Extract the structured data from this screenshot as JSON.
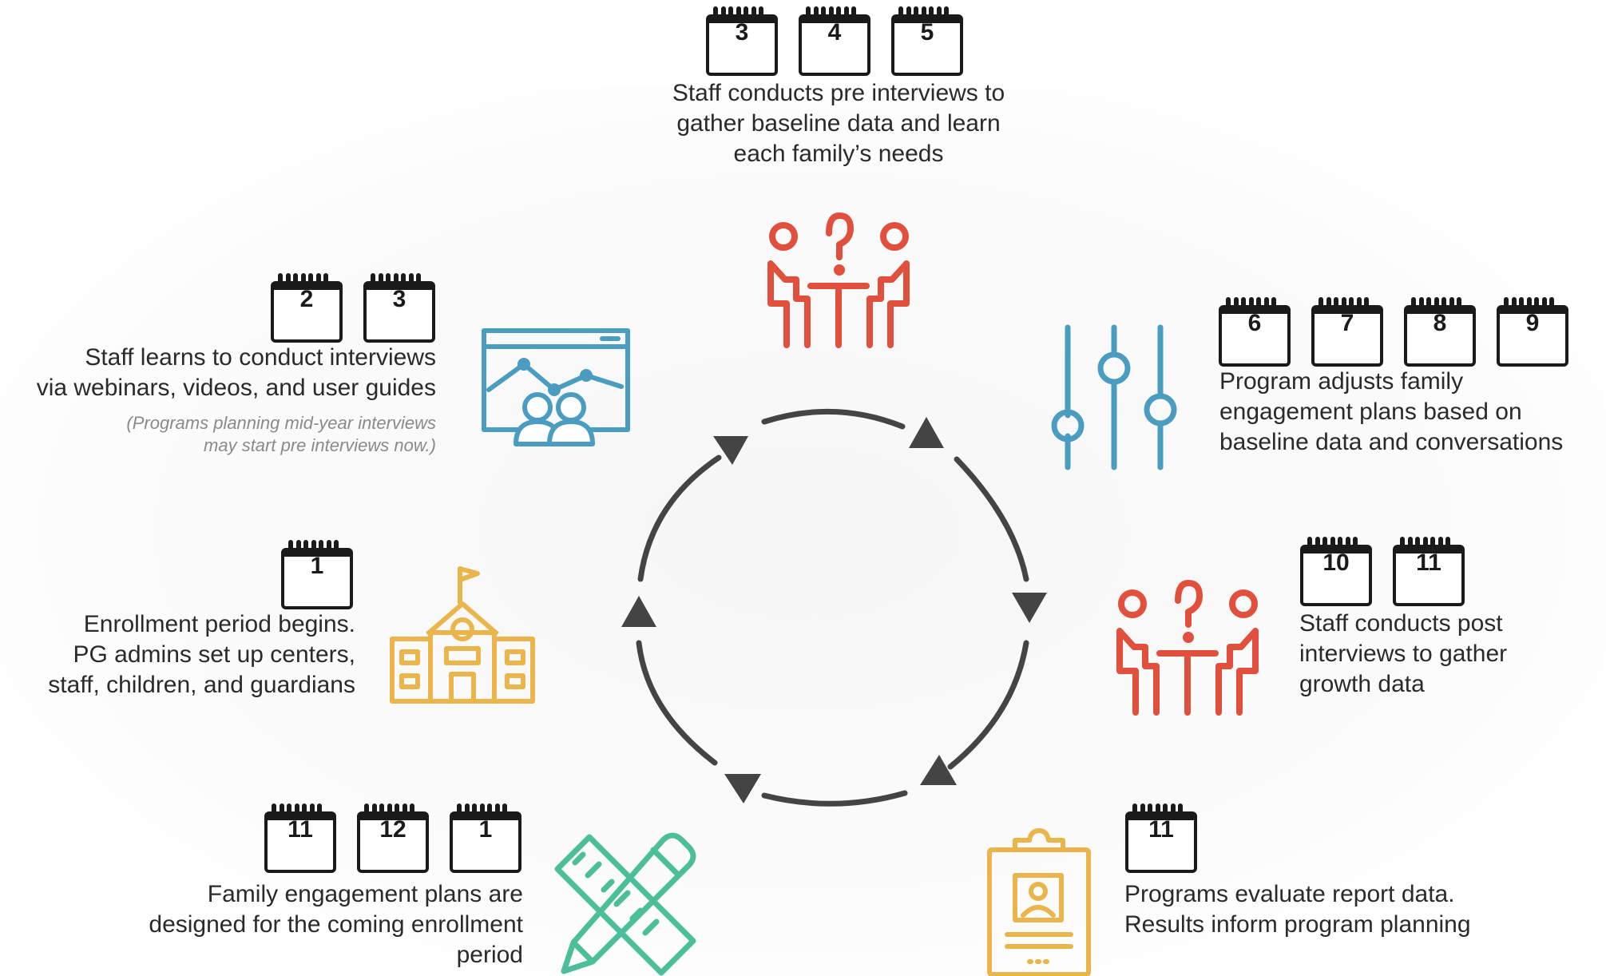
{
  "colors": {
    "red": "#e0503d",
    "blue": "#4a9cc0",
    "gold": "#eab54a",
    "teal": "#4cbf9a",
    "cycle": "#444444",
    "text": "#2a2a2a",
    "note": "#8a8a8a"
  },
  "steps": [
    {
      "id": "pre-interviews",
      "months": [
        "3",
        "4",
        "5"
      ],
      "lines": [
        "Staff conducts pre interviews to",
        "gather baseline data and learn",
        "each family’s needs"
      ],
      "icon": "interview-icon"
    },
    {
      "id": "adjust-plans",
      "months": [
        "6",
        "7",
        "8",
        "9"
      ],
      "lines": [
        "Program adjusts family",
        "engagement plans based on",
        "baseline data and conversations"
      ],
      "icon": "sliders-icon"
    },
    {
      "id": "post-interviews",
      "months": [
        "10",
        "11"
      ],
      "lines": [
        "Staff conducts post",
        "interviews to gather",
        "growth data"
      ],
      "icon": "interview-icon"
    },
    {
      "id": "evaluate",
      "months": [
        "11"
      ],
      "lines": [
        "Programs evaluate report data.",
        "Results inform program planning"
      ],
      "icon": "clipboard-icon"
    },
    {
      "id": "design-plans",
      "months": [
        "11",
        "12",
        "1"
      ],
      "lines": [
        "Family engagement plans are",
        "designed for the coming enrollment",
        "period"
      ],
      "icon": "ruler-pencil-icon"
    },
    {
      "id": "enrollment",
      "months": [
        "1"
      ],
      "lines": [
        "Enrollment period begins.",
        "PG admins set up centers,",
        "staff, children, and guardians"
      ],
      "icon": "school-icon"
    },
    {
      "id": "training",
      "months": [
        "2",
        "3"
      ],
      "lines": [
        "Staff learns to conduct interviews",
        "via webinars, videos, and user guides"
      ],
      "note_lines": [
        "(Programs planning mid-year interviews",
        "may start pre interviews now.)"
      ],
      "icon": "webinar-icon"
    }
  ]
}
